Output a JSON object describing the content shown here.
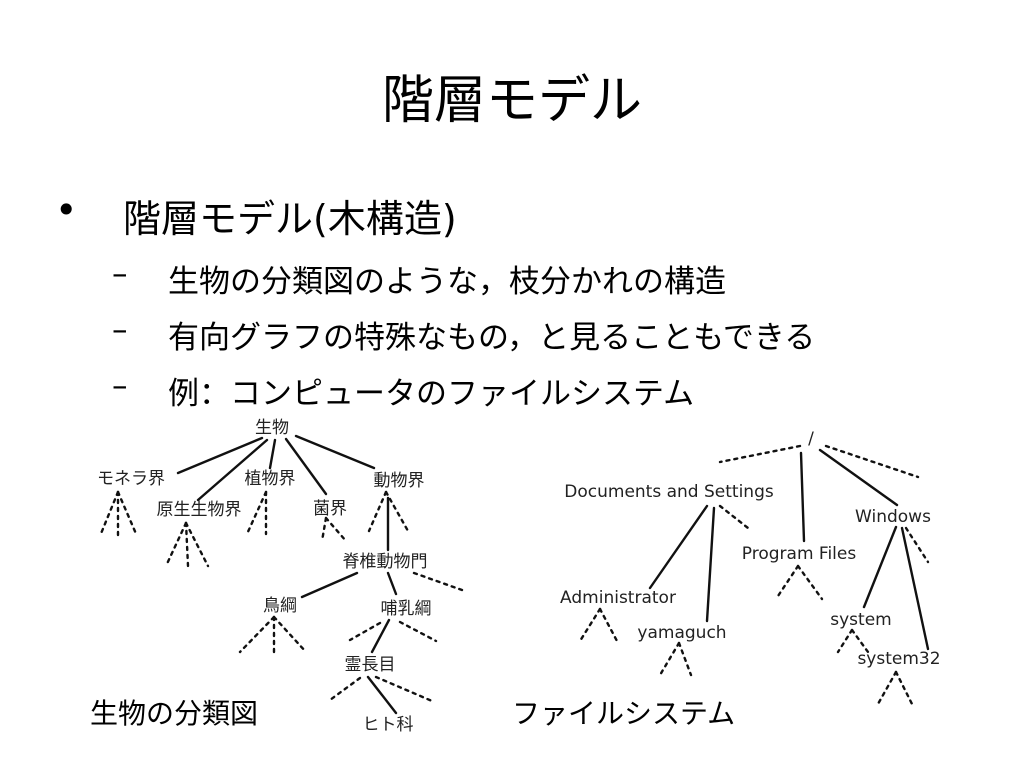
{
  "slide": {
    "title": "階層モデル",
    "bullet": {
      "mark": "•",
      "text": "階層モデル(木構造)"
    },
    "sub_bullets": [
      {
        "mark": "–",
        "text": "生物の分類図のような，枝分かれの構造"
      },
      {
        "mark": "–",
        "text": "有向グラフの特殊なもの，と見ることもできる"
      },
      {
        "mark": "–",
        "text": "例：コンピュータのファイルシステム"
      }
    ]
  },
  "biology_tree": {
    "caption": "生物の分類図",
    "nodes": {
      "root": "生物",
      "monera": "モネラ界",
      "protista": "原生生物界",
      "plant": "植物界",
      "fungi": "菌界",
      "animal": "動物界",
      "vertebrate": "脊椎動物門",
      "bird": "鳥綱",
      "mammal": "哺乳綱",
      "primate": "霊長目",
      "hominid": "ヒト科"
    }
  },
  "filesystem_tree": {
    "caption": "ファイルシステム",
    "nodes": {
      "root": "/",
      "docs": "Documents and Settings",
      "program": "Program Files",
      "windows": "Windows",
      "admin": "Administrator",
      "yamaguch": "yamaguch",
      "system": "system",
      "system32": "system32"
    }
  },
  "colors": {
    "line": "#111111",
    "text": "#000000",
    "node_text": "#222222",
    "background": "#ffffff"
  }
}
